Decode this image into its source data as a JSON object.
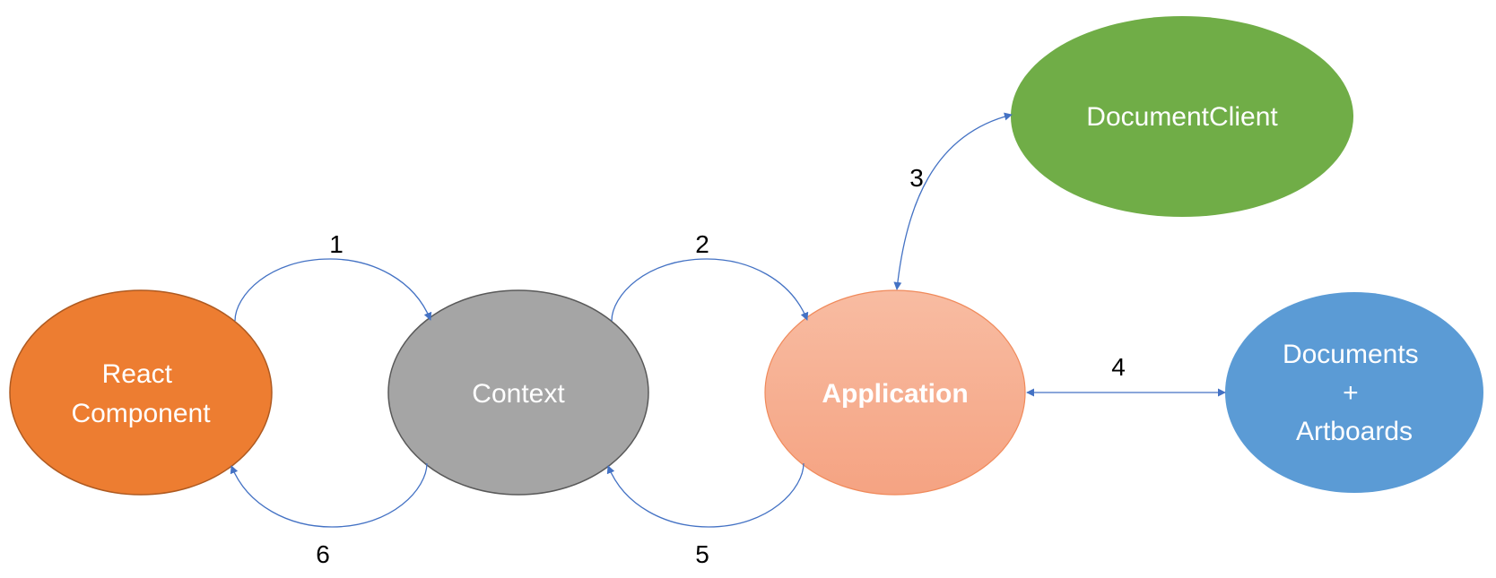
{
  "colors": {
    "react": "#ed7d31",
    "react_stroke": "#ae5a21",
    "context": "#a5a5a5",
    "context_stroke": "#595959",
    "application_top": "#f8bca2",
    "application_bottom": "#f5a382",
    "application_stroke": "#f08a5b",
    "document_client": "#70ad47",
    "documents": "#5b9bd5",
    "arrow": "#4472c4",
    "node_text": "#ffffff",
    "edge_text": "#000000"
  },
  "nodes": {
    "react_component": {
      "lines": [
        "React",
        "Component"
      ]
    },
    "context": {
      "lines": [
        "Context"
      ]
    },
    "application": {
      "lines": [
        "Application"
      ]
    },
    "document_client": {
      "lines": [
        "DocumentClient"
      ]
    },
    "documents": {
      "lines": [
        "Documents",
        "+",
        "Artboards"
      ]
    }
  },
  "edges": {
    "e1": "1",
    "e2": "2",
    "e3": "3",
    "e4": "4",
    "e5": "5",
    "e6": "6"
  }
}
